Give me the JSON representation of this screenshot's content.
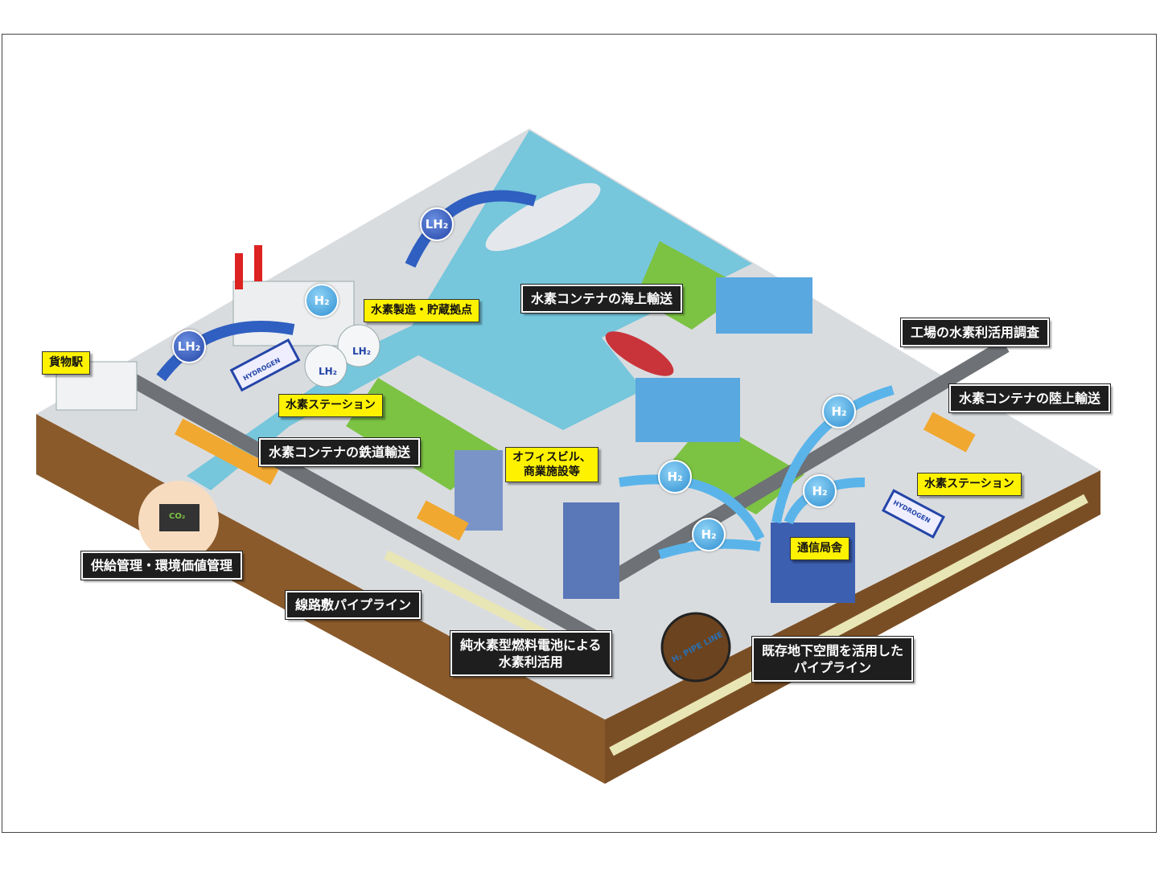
{
  "colors": {
    "water": "#76c6dc",
    "ground": "#d9dcdf",
    "soil": "#8a5a2b",
    "green": "#7cc243",
    "label_yellow": "#fff200",
    "label_dark": "#1e1e1e",
    "h2_badge": "#2f8fd0",
    "lh2_badge": "#2445a8"
  },
  "yellow_labels": [
    "貨物駅",
    "水素製造・貯蔵拠点",
    "水素ステーション",
    "オフィスビル、\n商業施設等",
    "水素ステーション",
    "通信局舎"
  ],
  "dark_labels": [
    "水素コンテナの海上輸送",
    "工場の水素利活用調査",
    "水素コンテナの陸上輸送",
    "水素コンテナの鉄道輸送",
    "供給管理・環境価値管理",
    "線路敷パイプライン",
    "純水素型燃料電池による\n水素利活用",
    "既存地下空間を活用した\nパイプライン"
  ],
  "badges": {
    "lh2": "LH₂",
    "h2": "H₂"
  },
  "tank_text": "LH₂",
  "station_sign": "HYDROGEN",
  "pipe_text": "H₂ PIPE LINE",
  "laptop_text": "CO₂"
}
